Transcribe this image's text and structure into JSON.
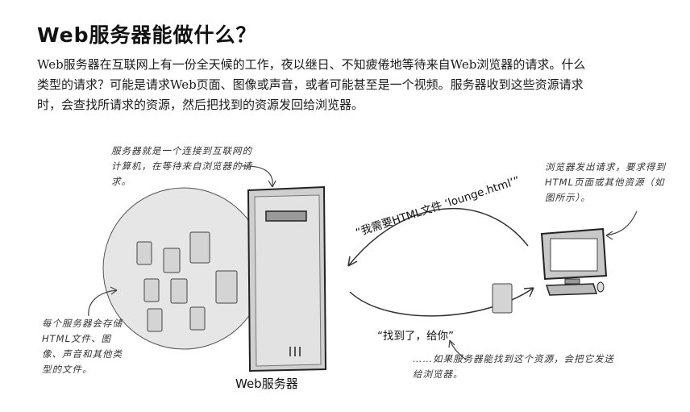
{
  "title": "Web服务器能做什么？",
  "paragraph": "Web服务器在互联网上有一份全天候的工作，夜以继日、不知疲倦地等待来自Web浏览器的请求。什么类型的请求？可能是请求Web页面、图像或声音，或者可能甚至是一个视频。服务器收到这些资源请求时，会查找所请求的资源，然后把找到的资源发回给浏览器。",
  "notes": {
    "server_note": "服务器就是一个连接到互联网的计算机，在等待来自浏览器的请求。",
    "browser_note": "浏览器发出请求，要求得到HTML页面或其他资源（如图所示）。",
    "storage_note": "每个服务器会存储HTML文件、图像、声音和其他类型的文件。",
    "found_note": "……如果服务器能找到这个资源，会把它发送给浏览器。"
  },
  "labels": {
    "server": "Web服务器",
    "request": "“我需要HTML文件 ‘lounge.html’”",
    "response": "“找到了，给你”"
  }
}
